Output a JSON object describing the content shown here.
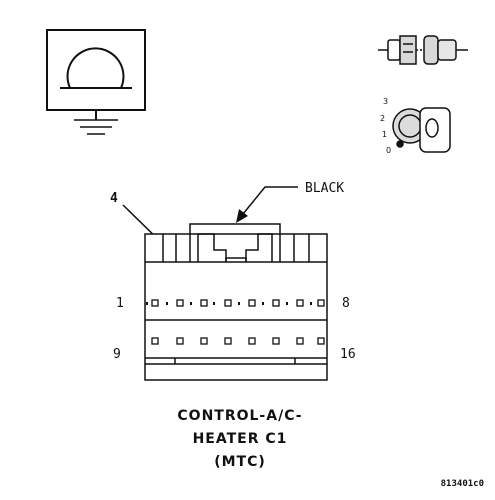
{
  "connector": {
    "color_label": "BLACK",
    "callout_pin": "4",
    "pin_first_top": "1",
    "pin_last_top": "8",
    "pin_first_bottom": "9",
    "pin_last_bottom": "16",
    "title_line1": "CONTROL-A/C-",
    "title_line2": "HEATER C1",
    "title_line3": "(MTC)"
  },
  "switch_positions": [
    "3",
    "2",
    "1",
    "0"
  ],
  "figure_code": "813401c0",
  "icons": {
    "ground": "ground-symbol-icon",
    "connector": "connector-plug-icon",
    "ignition": "ignition-key-icon"
  }
}
